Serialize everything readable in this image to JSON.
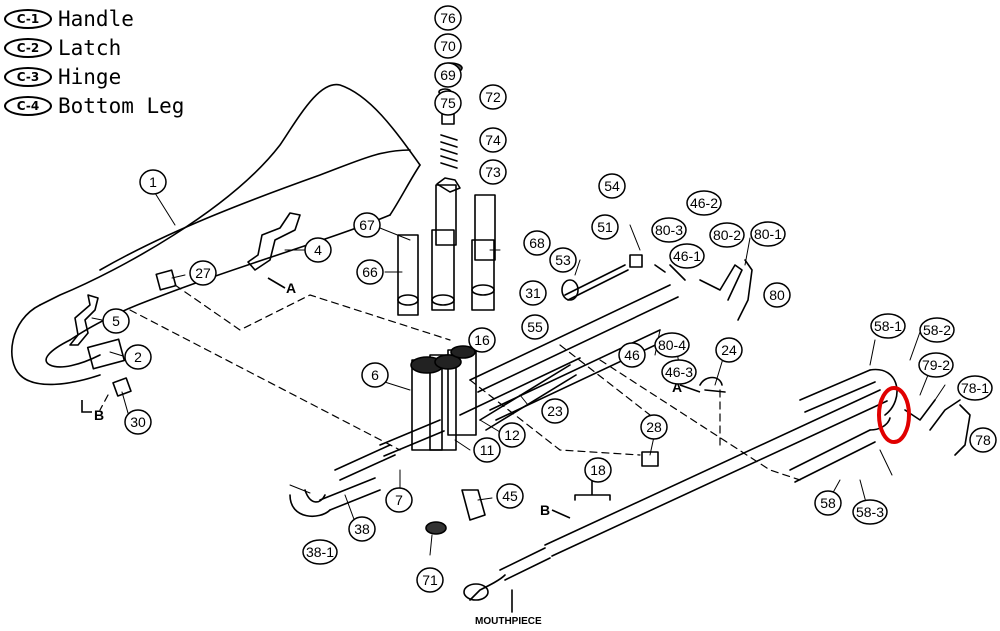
{
  "legend": [
    {
      "code": "C-1",
      "label": "Handle"
    },
    {
      "code": "C-2",
      "label": "Latch"
    },
    {
      "code": "C-3",
      "label": "Hinge"
    },
    {
      "code": "C-4",
      "label": "Bottom Leg"
    }
  ],
  "callouts": [
    "76",
    "70",
    "69",
    "75",
    "72",
    "74",
    "73",
    "67",
    "66",
    "68",
    "1",
    "4",
    "27",
    "5",
    "2",
    "30",
    "6",
    "16",
    "55",
    "31",
    "53",
    "51",
    "54",
    "80-3",
    "46-2",
    "80-2",
    "80-1",
    "46-1",
    "80",
    "46",
    "80-4",
    "46-3",
    "24",
    "23",
    "12",
    "11",
    "28",
    "45",
    "7",
    "38",
    "38-1",
    "71",
    "18",
    "58-1",
    "58-2",
    "79-2",
    "78-1",
    "78",
    "58",
    "58-3"
  ],
  "letters": {
    "a": "A",
    "b": "B"
  },
  "mouthpiece_label": "MOUTHPIECE",
  "highlight_color": "#e00000"
}
